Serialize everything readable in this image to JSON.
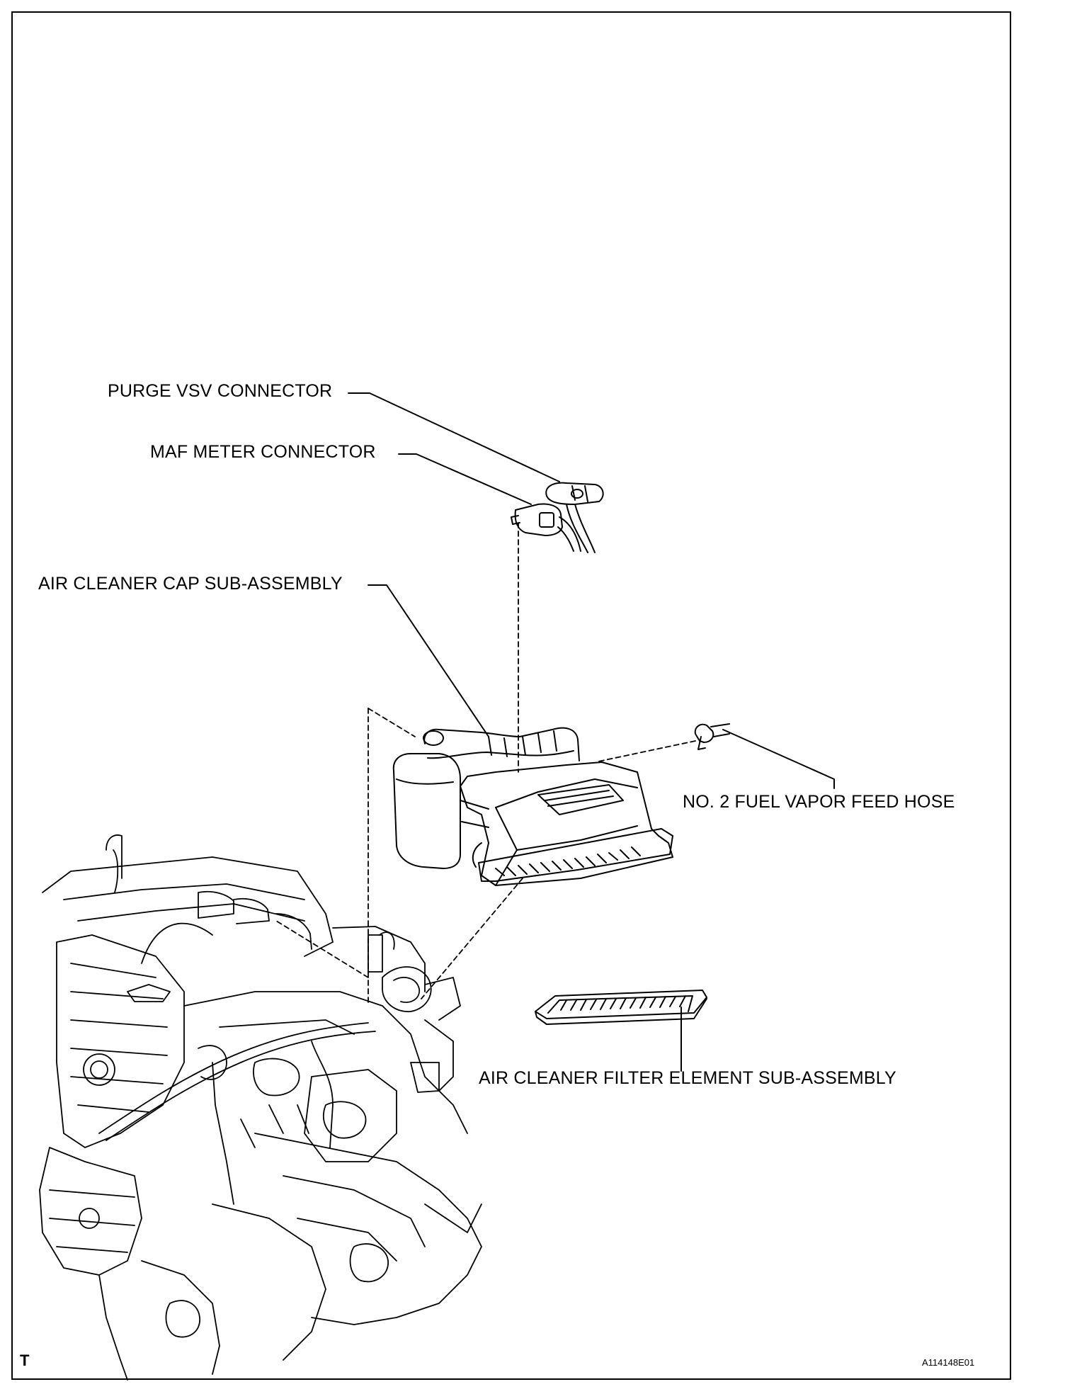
{
  "labels": {
    "purge_vsv_connector": "PURGE VSV CONNECTOR",
    "maf_meter_connector": "MAF METER CONNECTOR",
    "air_cleaner_cap": "AIR CLEANER CAP SUB-ASSEMBLY",
    "fuel_vapor_hose": "NO. 2 FUEL VAPOR FEED HOSE",
    "filter_element": "AIR CLEANER FILTER ELEMENT SUB-ASSEMBLY"
  },
  "corner": {
    "section_mark": "T",
    "figure_id": "A114148E01"
  },
  "colors": {
    "line": "#000000",
    "background": "#ffffff"
  }
}
